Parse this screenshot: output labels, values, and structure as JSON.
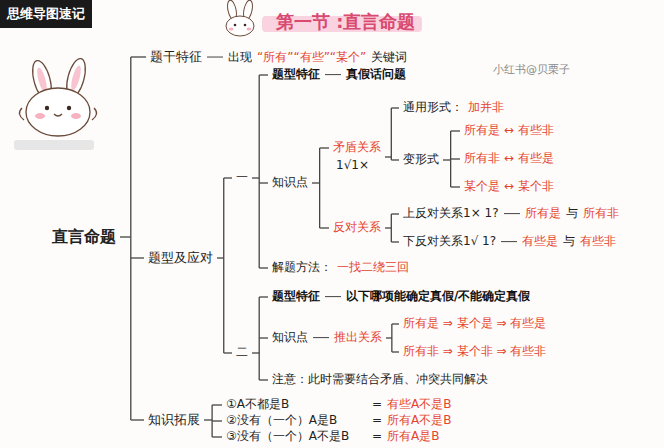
{
  "diagram": {
    "title": "第一节 :直言命题",
    "nodes": [
      {
        "text": [
          "思维导图速记"
        ]
      }
    ],
    "labels": [
      "小红书@贝栗子",
      "直言命题",
      "题干特征",
      "出现",
      "“所有”“有些”“某个”",
      "关键词",
      "题型及应对",
      "一",
      "题型特征",
      "真假话问题",
      "知识点",
      "矛盾关系",
      "1√1×",
      "通用形式：",
      "加并非",
      "变形式",
      "所有是 ↔ 有些非",
      "所有非 ↔ 有些是",
      "某个是 ↔ 某个非",
      "反对关系",
      "上反对关系1× 1?",
      "所有是",
      "与",
      "所有非",
      "下反对关系1√ 1?",
      "有些是",
      "与",
      "有些非",
      "解题方法：",
      "一找二绕三回",
      "二",
      "题型特征",
      "以下哪项能确定真假/不能确定真假",
      "知识点",
      "推出关系",
      "所有是 ⇒ 某个是 ⇒ 有些是",
      "所有非 ⇒ 某个非 ⇒ 有些非",
      "注意：此时需要结合矛盾、冲突共同解决",
      "知识拓展",
      "①A不都是B",
      "=",
      "有些A不是B",
      "②没有（一个）A是B",
      "=",
      "所有A不是B",
      "③没有（一个）A不是B",
      "=",
      "所有A是B"
    ]
  }
}
